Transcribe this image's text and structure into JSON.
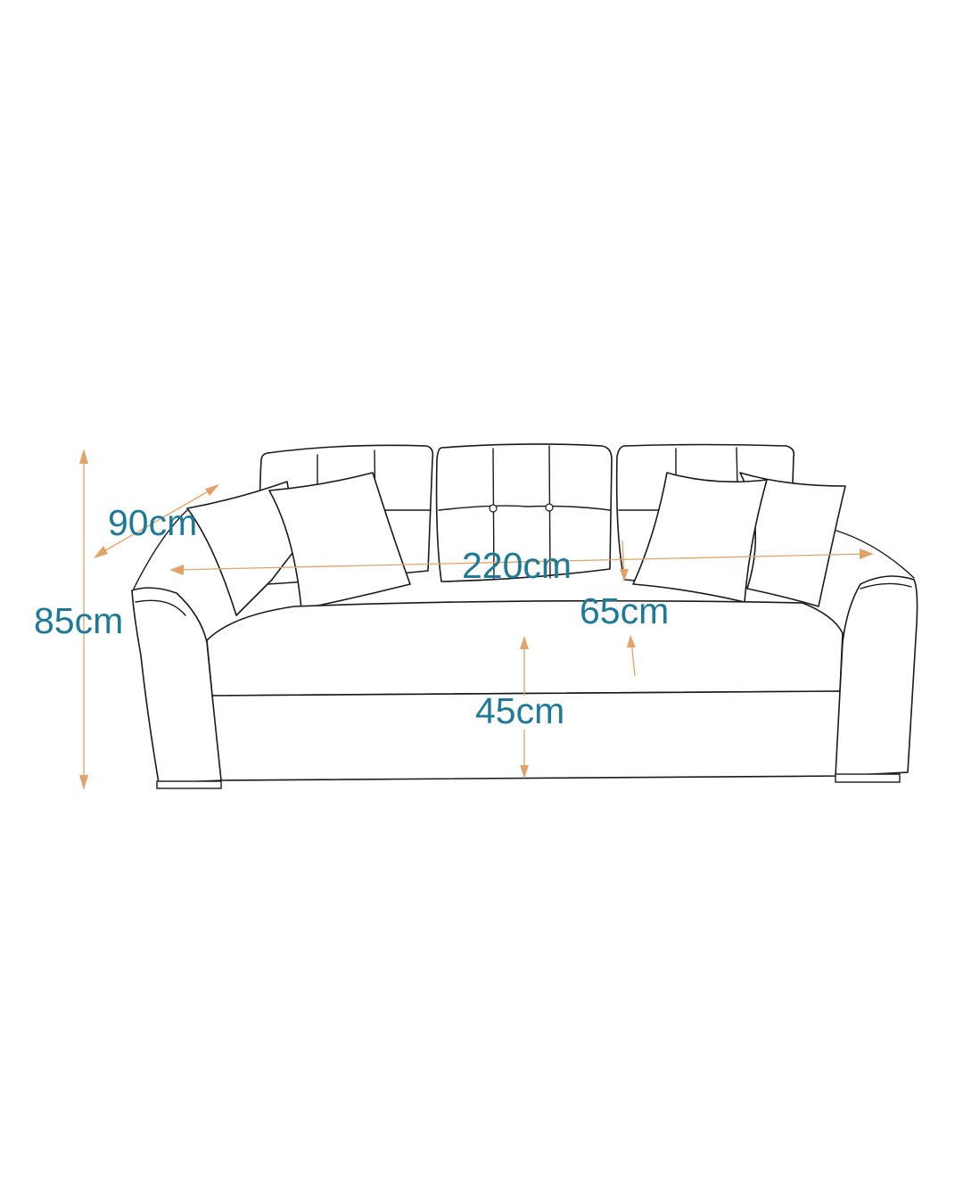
{
  "dimensions": {
    "depth": "90cm",
    "height": "85cm",
    "width": "220cm",
    "seat_depth": "65cm",
    "seat_height": "45cm"
  },
  "colors": {
    "label": "#1e7a96",
    "dimension_line": "#e0a36a",
    "outline": "#1a1a1a"
  }
}
